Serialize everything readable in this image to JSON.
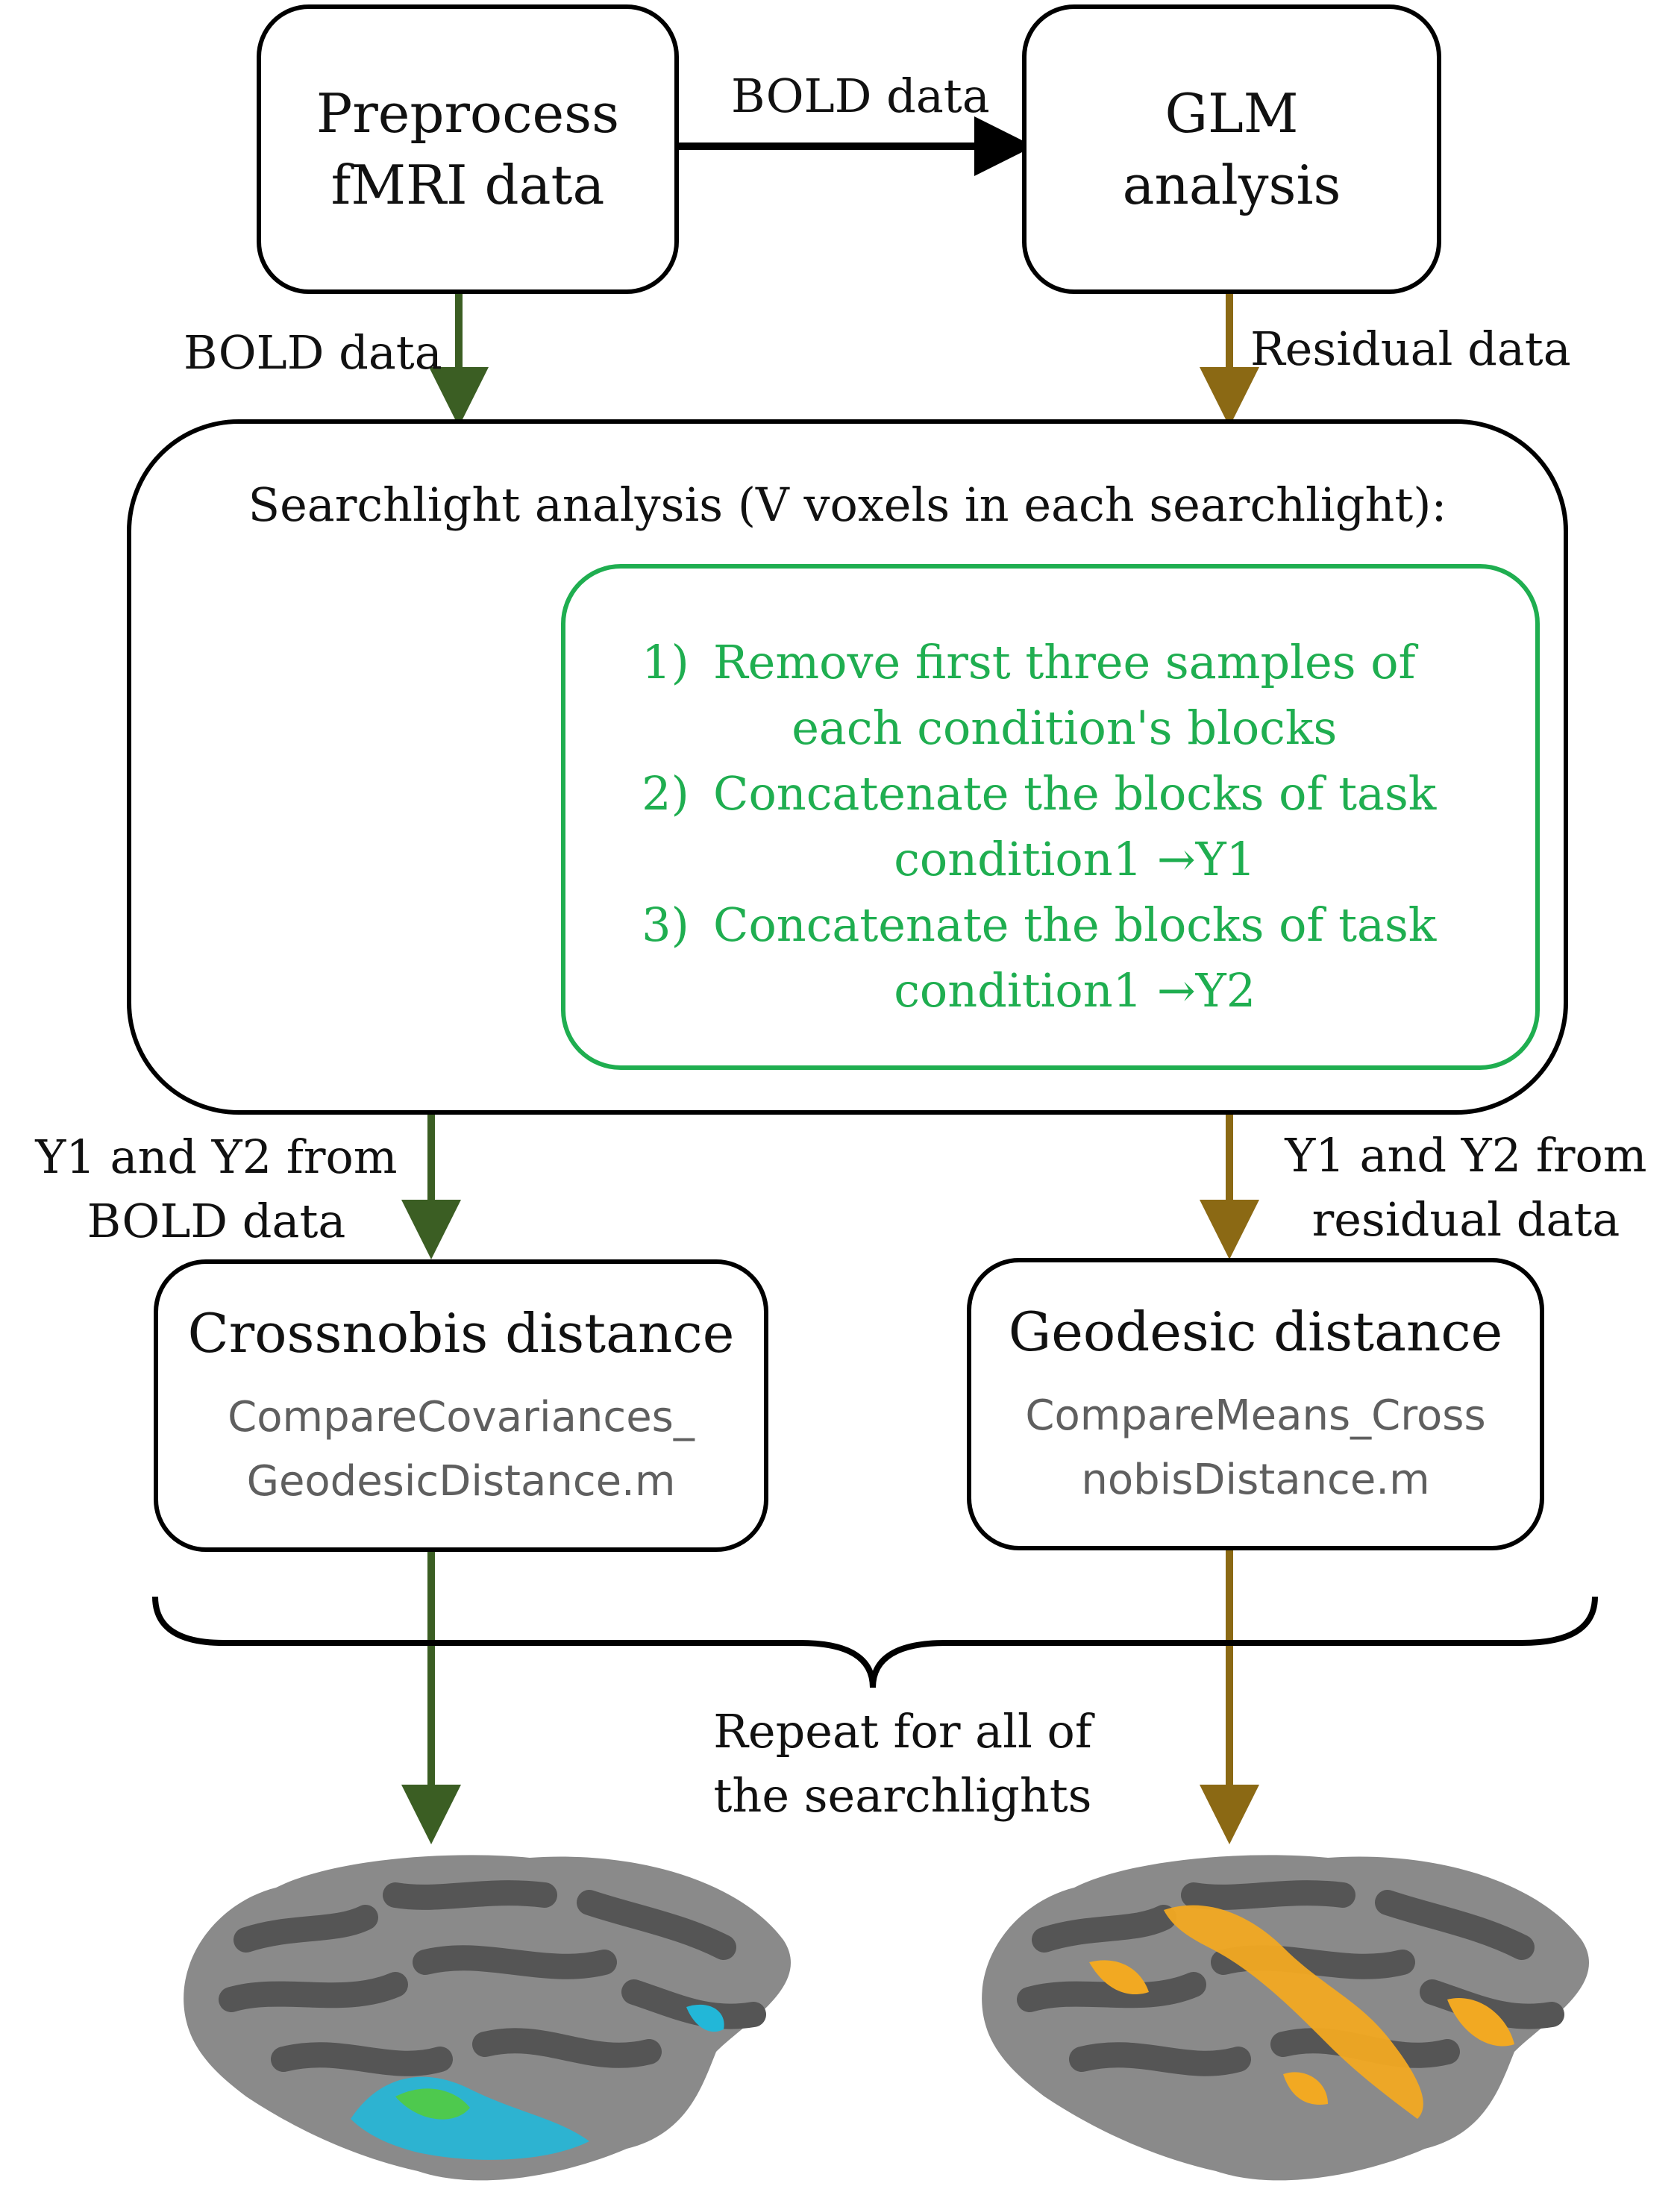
{
  "colors": {
    "black": "#000000",
    "bold_path": "#3b5e23",
    "residual_path": "#8b6914",
    "green": "#1fae50",
    "cortex_dark": "#555555",
    "cortex_light": "#8a8a8a",
    "map_cool": "#22b7d8",
    "map_warm": "#f2a922"
  },
  "nodes": {
    "preprocess": {
      "line1": "Preprocess",
      "line2": "fMRI data"
    },
    "glm": {
      "line1": "GLM",
      "line2": "analysis"
    },
    "searchlight": {
      "title": "Searchlight analysis (V voxels in each searchlight):",
      "steps": [
        {
          "num": "1)",
          "line1": "Remove first three samples of",
          "line2": "each condition's blocks"
        },
        {
          "num": "2)",
          "line1": "Concatenate the blocks of task",
          "line2": "condition1 →Y1"
        },
        {
          "num": "3)",
          "line1": "Concatenate the blocks of task",
          "line2": "condition1 →Y2"
        }
      ]
    },
    "crossnobis": {
      "title": "Crossnobis distance",
      "file1": "CompareCovariances_",
      "file2": "GeodesicDistance.m"
    },
    "geodesic": {
      "title": "Geodesic distance",
      "file1": "CompareMeans_Cross",
      "file2": "nobisDistance.m"
    }
  },
  "edges": {
    "top": "BOLD data",
    "left_in": "BOLD data",
    "right_in": "Residual data",
    "left_out_line1": "Y1 and Y2 from",
    "left_out_line2": "BOLD data",
    "right_out_line1": "Y1 and Y2 from",
    "right_out_line2": "residual data"
  },
  "repeat": {
    "line1": "Repeat for all of",
    "line2": "the searchlights"
  },
  "icons": [
    "brain-icon",
    "cortex-map-icon"
  ]
}
